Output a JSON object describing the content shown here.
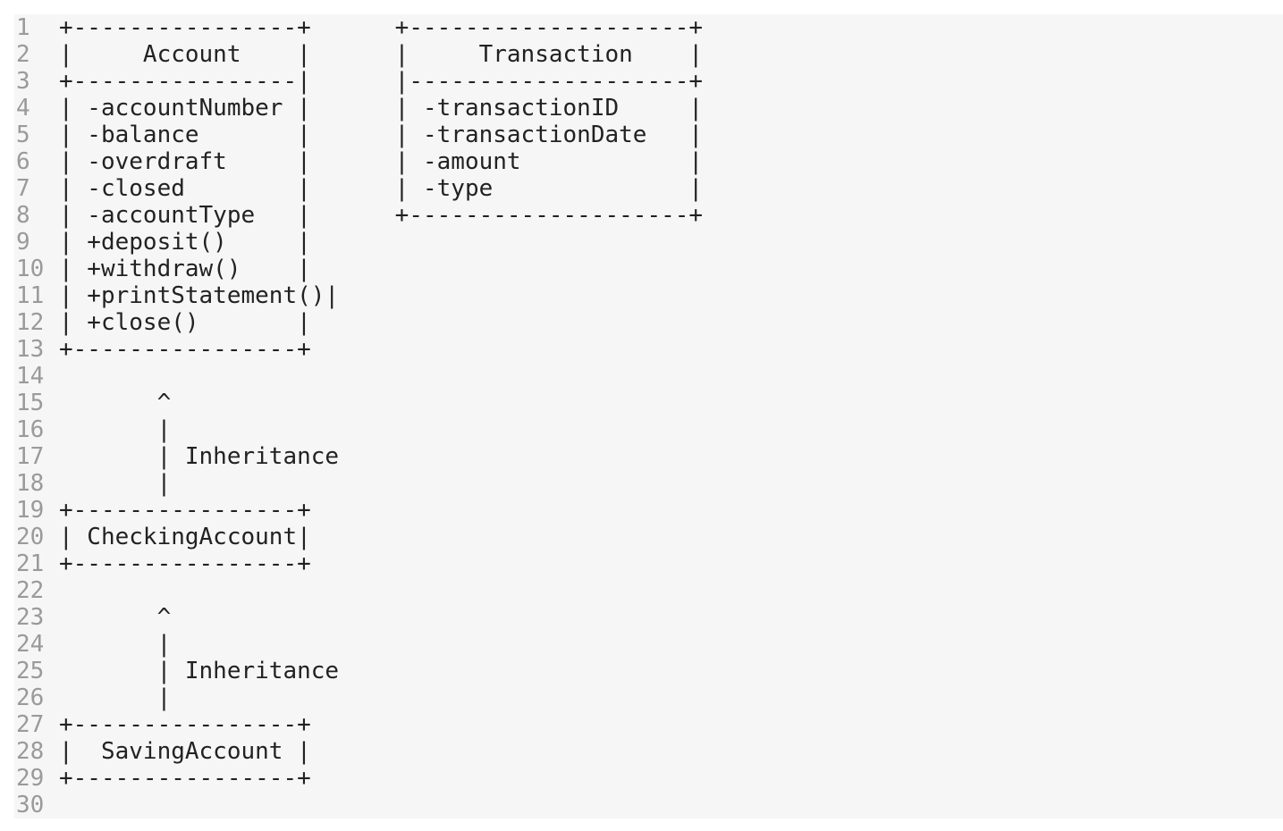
{
  "editor": {
    "lines": [
      {
        "number": "1",
        "text": "+----------------+      +--------------------+"
      },
      {
        "number": "2",
        "text": "|     Account    |      |     Transaction    |"
      },
      {
        "number": "3",
        "text": "+----------------|      |--------------------+"
      },
      {
        "number": "4",
        "text": "| -accountNumber |      | -transactionID     |"
      },
      {
        "number": "5",
        "text": "| -balance       |      | -transactionDate   |"
      },
      {
        "number": "6",
        "text": "| -overdraft     |      | -amount            |"
      },
      {
        "number": "7",
        "text": "| -closed        |      | -type              |"
      },
      {
        "number": "8",
        "text": "| -accountType   |      +--------------------+"
      },
      {
        "number": "9",
        "text": "| +deposit()     |"
      },
      {
        "number": "10",
        "text": "| +withdraw()    |"
      },
      {
        "number": "11",
        "text": "| +printStatement()|"
      },
      {
        "number": "12",
        "text": "| +close()       |"
      },
      {
        "number": "13",
        "text": "+----------------+"
      },
      {
        "number": "14",
        "text": ""
      },
      {
        "number": "15",
        "text": "       ^"
      },
      {
        "number": "16",
        "text": "       |"
      },
      {
        "number": "17",
        "text": "       | Inheritance"
      },
      {
        "number": "18",
        "text": "       |"
      },
      {
        "number": "19",
        "text": "+----------------+"
      },
      {
        "number": "20",
        "text": "| CheckingAccount|"
      },
      {
        "number": "21",
        "text": "+----------------+"
      },
      {
        "number": "22",
        "text": ""
      },
      {
        "number": "23",
        "text": "       ^"
      },
      {
        "number": "24",
        "text": "       |"
      },
      {
        "number": "25",
        "text": "       | Inheritance"
      },
      {
        "number": "26",
        "text": "       |"
      },
      {
        "number": "27",
        "text": "+----------------+"
      },
      {
        "number": "28",
        "text": "|  SavingAccount |"
      },
      {
        "number": "29",
        "text": "+----------------+"
      },
      {
        "number": "30",
        "text": ""
      }
    ]
  }
}
